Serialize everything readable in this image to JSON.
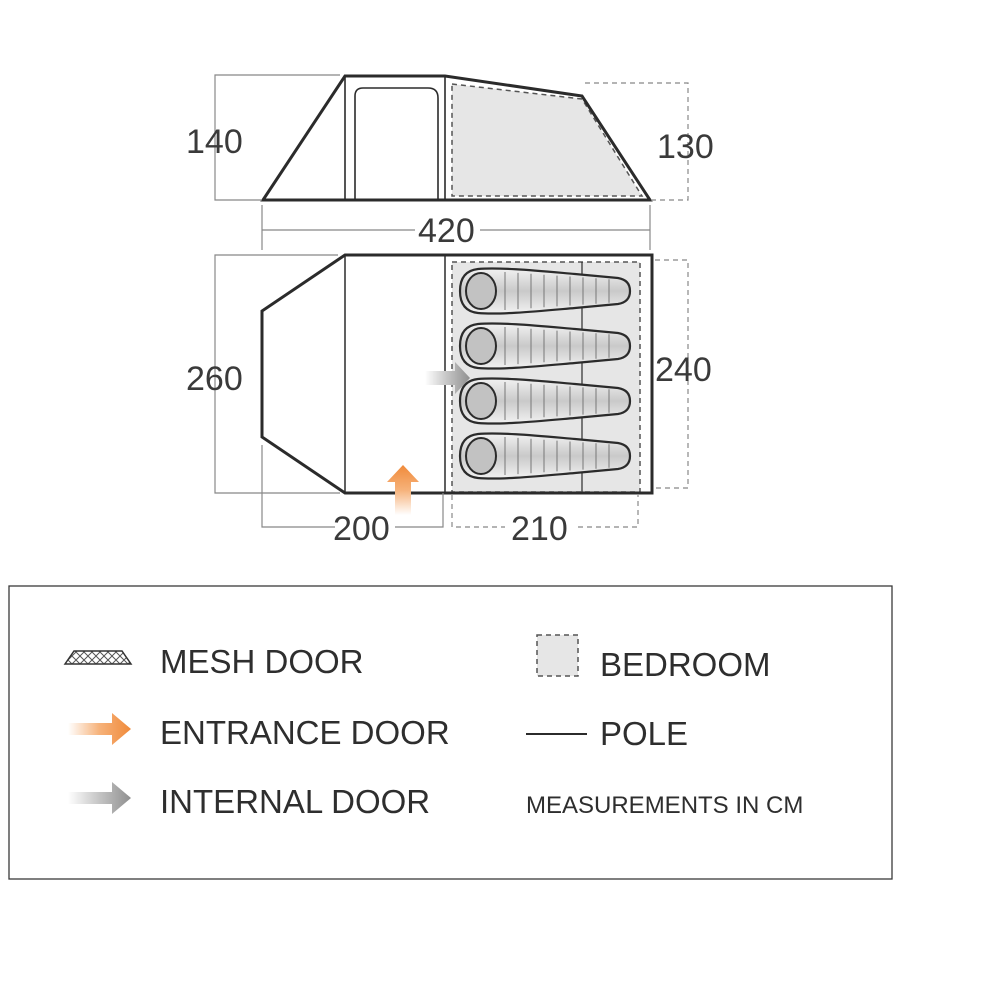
{
  "dimensions": {
    "side_height_front": "140",
    "side_height_rear": "130",
    "total_length": "420",
    "floor_width_front": "260",
    "floor_width_bedroom": "240",
    "porch_length": "200",
    "bedroom_length": "210"
  },
  "legend": {
    "mesh_door": "MESH DOOR",
    "entrance_door": "ENTRANCE DOOR",
    "internal_door": "INTERNAL DOOR",
    "bedroom": "BEDROOM",
    "pole": "POLE",
    "note": "MEASUREMENTS IN CM"
  },
  "colors": {
    "outline": "#2b2b2b",
    "bedroom_fill": "#e6e6e6",
    "entrance_arrow": "#f08a3a",
    "internal_arrow": "#9a9a9a",
    "dim_line": "#888888"
  },
  "sleeping_bags": 4
}
